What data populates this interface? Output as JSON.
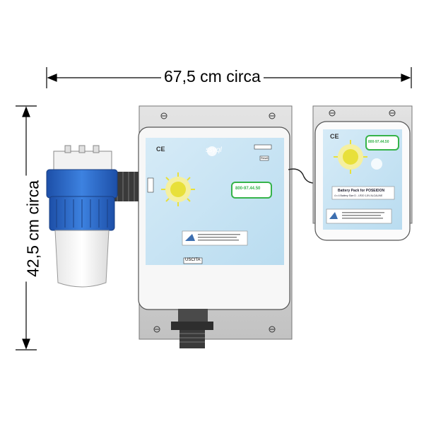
{
  "dimensions": {
    "width_label": "67,5 cm circa",
    "height_label": "42,5 cm circa"
  },
  "main_unit": {
    "ce_mark": "CE",
    "brand": "ssyql",
    "phone": "800-97.44.50",
    "outlet_label": "USCITA",
    "button_label": "Reset"
  },
  "battery_pack": {
    "ce_mark": "CE",
    "phone": "800-97.44.50",
    "title": "Battery Pack for POSEIDON",
    "subtitle": "4 x 4 Battery Size D - LR20 1,5V ALCALINE"
  },
  "colors": {
    "filter_blue": "#2f6fd0",
    "panel_face": "#cfe6f5",
    "frame_grey": "#d4d4d4",
    "phone_green": "#36b34a",
    "logo_yellow": "#e8e03a"
  }
}
